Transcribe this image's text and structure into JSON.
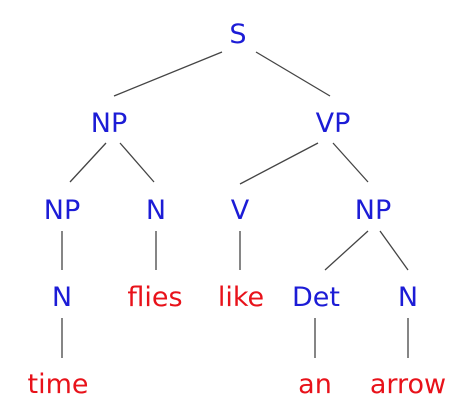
{
  "tree": {
    "nonterminal_color": "#1c1cd6",
    "leaf_color": "#e8121a",
    "nodes": {
      "s": "S",
      "np_top": "NP",
      "vp": "VP",
      "np_inner": "NP",
      "n_flies": "N",
      "v": "V",
      "np_obj": "NP",
      "n_time": "N",
      "det": "Det",
      "n_arrow": "N"
    },
    "leaves": {
      "time": "time",
      "flies": "flies",
      "like": "like",
      "an": "an",
      "arrow": "arrow"
    }
  }
}
